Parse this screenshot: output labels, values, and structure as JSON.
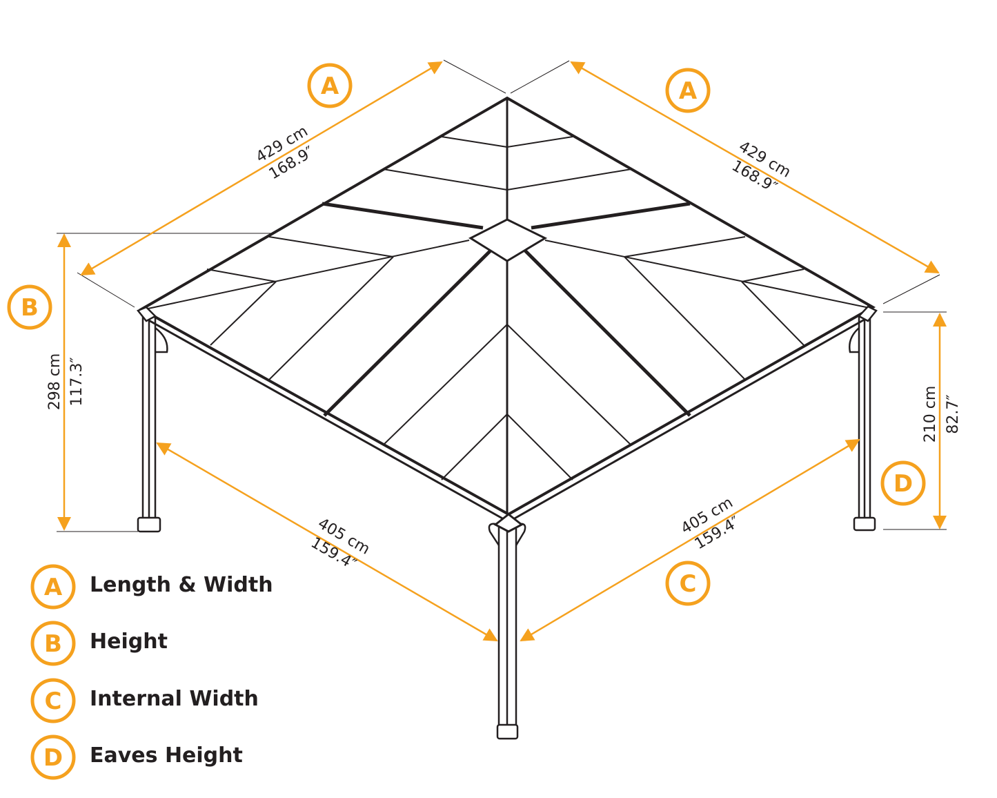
{
  "colors": {
    "accent": "#f5a11e",
    "line": "#231f20"
  },
  "dimensions": {
    "length_left": {
      "cm": "429 cm",
      "in": "168.9″",
      "letter": "A"
    },
    "length_right": {
      "cm": "429 cm",
      "in": "168.9″",
      "letter": "A"
    },
    "height": {
      "cm": "298 cm",
      "in": "117.3″",
      "letter": "B"
    },
    "eaves": {
      "cm": "210 cm",
      "in": "82.7″",
      "letter": "D"
    },
    "internal_left": {
      "cm": "405 cm",
      "in": "159.4″"
    },
    "internal_right": {
      "cm": "405 cm",
      "in": "159.4″",
      "letter": "C"
    }
  },
  "legend": [
    {
      "letter": "A",
      "label": "Length & Width"
    },
    {
      "letter": "B",
      "label": "Height"
    },
    {
      "letter": "C",
      "label": "Internal Width"
    },
    {
      "letter": "D",
      "label": "Eaves Height"
    }
  ]
}
